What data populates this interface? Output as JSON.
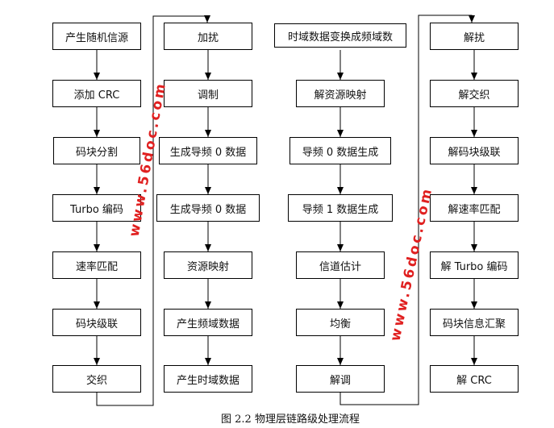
{
  "columns": [
    {
      "name": "tx-channel-coding",
      "steps": [
        "产生随机信源",
        "添加 CRC",
        "码块分割",
        "Turbo 编码",
        "速率匹配",
        "码块级联",
        "交织"
      ]
    },
    {
      "name": "tx-modulation",
      "steps": [
        "加扰",
        "调制",
        "生成导频 0 数据",
        "生成导频 0 数据",
        "资源映射",
        "产生频域数据",
        "产生时域数据"
      ]
    },
    {
      "name": "rx-demodulation",
      "steps": [
        "时域数据变换成频域数",
        "解资源映射",
        "导频 0 数据生成",
        "导频 1 数据生成",
        "信道估计",
        "均衡",
        "解调"
      ]
    },
    {
      "name": "rx-decoding",
      "steps": [
        "解扰",
        "解交织",
        "解码块级联",
        "解速率匹配",
        "解 Turbo 编码",
        "码块信息汇聚",
        "解 CRC"
      ]
    }
  ],
  "caption": "图 2.2 物理层链路级处理流程",
  "watermark": "www.56doc.com",
  "colors": {
    "watermark": "#e02020",
    "line": "#000000"
  }
}
